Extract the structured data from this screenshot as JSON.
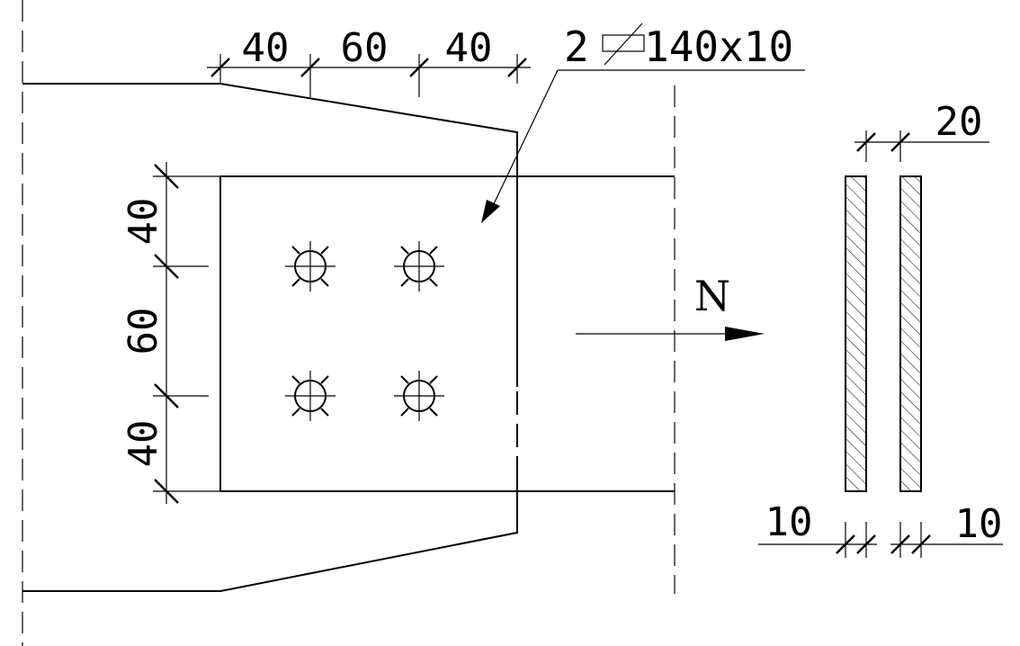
{
  "drawing": {
    "plate_spec": {
      "count": "2",
      "size": "140x10"
    },
    "force_label": "N",
    "dimensions": {
      "top": [
        "40",
        "60",
        "40"
      ],
      "left": [
        "40",
        "60",
        "40"
      ],
      "section_gap": "20",
      "section_left_thickness": "10",
      "section_right_thickness": "10"
    },
    "bolt_count": 4
  }
}
